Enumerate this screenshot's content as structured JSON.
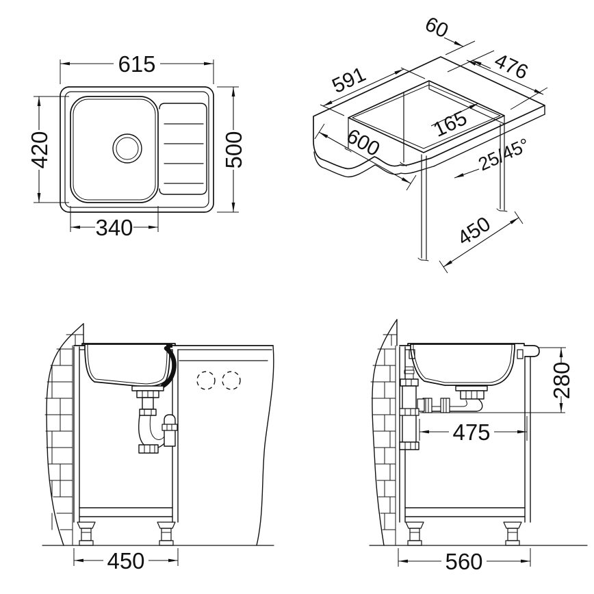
{
  "drawing": {
    "background": "#ffffff",
    "line_color": "#111111",
    "views": {
      "top_view": {
        "dims": {
          "width": "615",
          "height": "500",
          "bowl_depth": "420",
          "bowl_width": "340"
        }
      },
      "isometric_view": {
        "dims": {
          "edge_offset": "60",
          "cutout_length": "591",
          "cutout_width": "476",
          "inner_offset": "165",
          "worktop_width": "600",
          "chamfer": "25/45°",
          "cabinet_depth": "450"
        }
      },
      "front_section": {
        "dims": {
          "cabinet_width": "450"
        }
      },
      "side_section": {
        "dims": {
          "drain_height": "280",
          "trap_clearance": "475",
          "cabinet_depth": "560"
        }
      }
    }
  }
}
